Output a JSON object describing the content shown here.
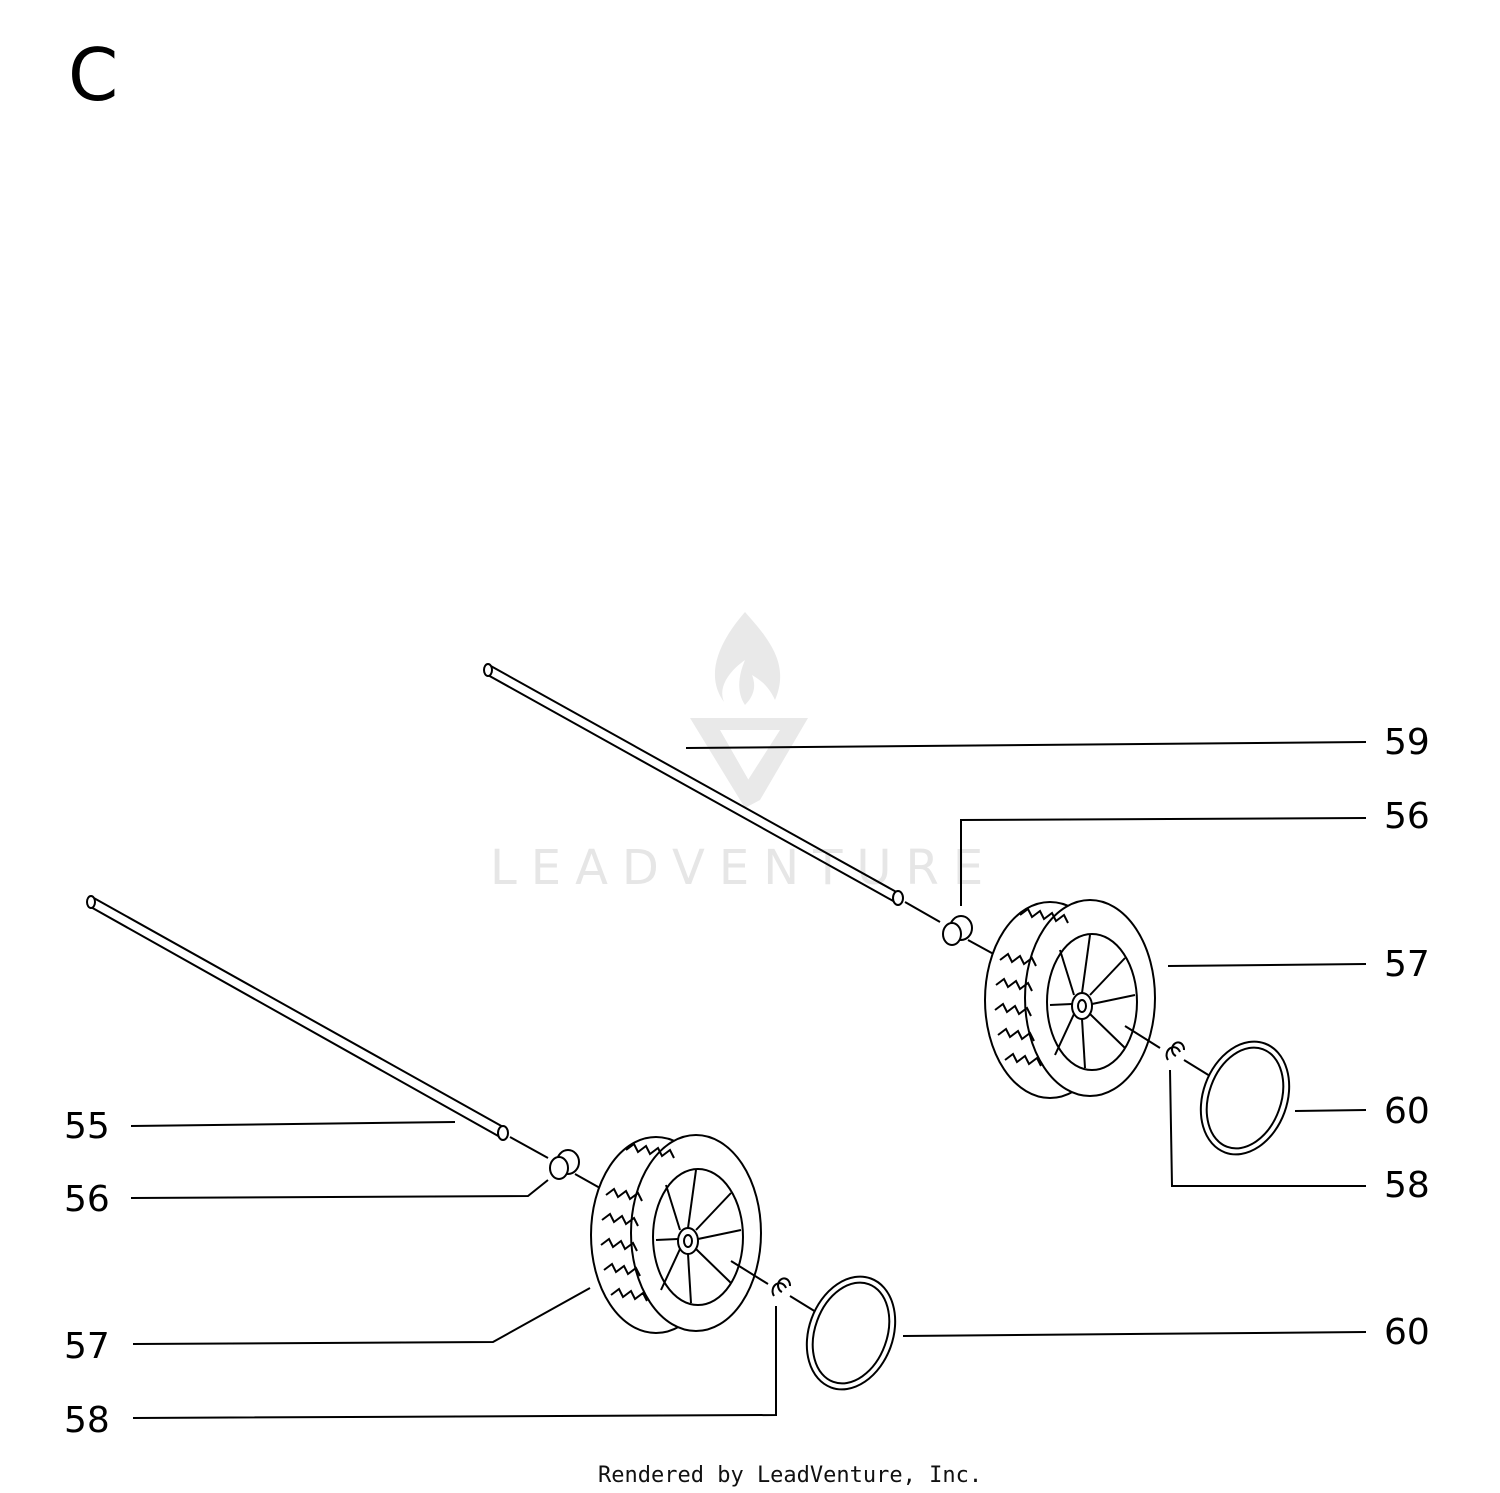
{
  "section_label": "C",
  "watermark": {
    "text": "LEADVENTURE",
    "icon": "flame-logo-icon"
  },
  "footer": {
    "credit": "Rendered by LeadVenture, Inc."
  },
  "callouts": [
    {
      "id": "c59",
      "number": "59"
    },
    {
      "id": "c56r",
      "number": "56"
    },
    {
      "id": "c57r",
      "number": "57"
    },
    {
      "id": "c60r",
      "number": "60"
    },
    {
      "id": "c58r",
      "number": "58"
    },
    {
      "id": "c55",
      "number": "55"
    },
    {
      "id": "c56l",
      "number": "56"
    },
    {
      "id": "c57l",
      "number": "57"
    },
    {
      "id": "c60l",
      "number": "60"
    },
    {
      "id": "c58l",
      "number": "58"
    }
  ]
}
